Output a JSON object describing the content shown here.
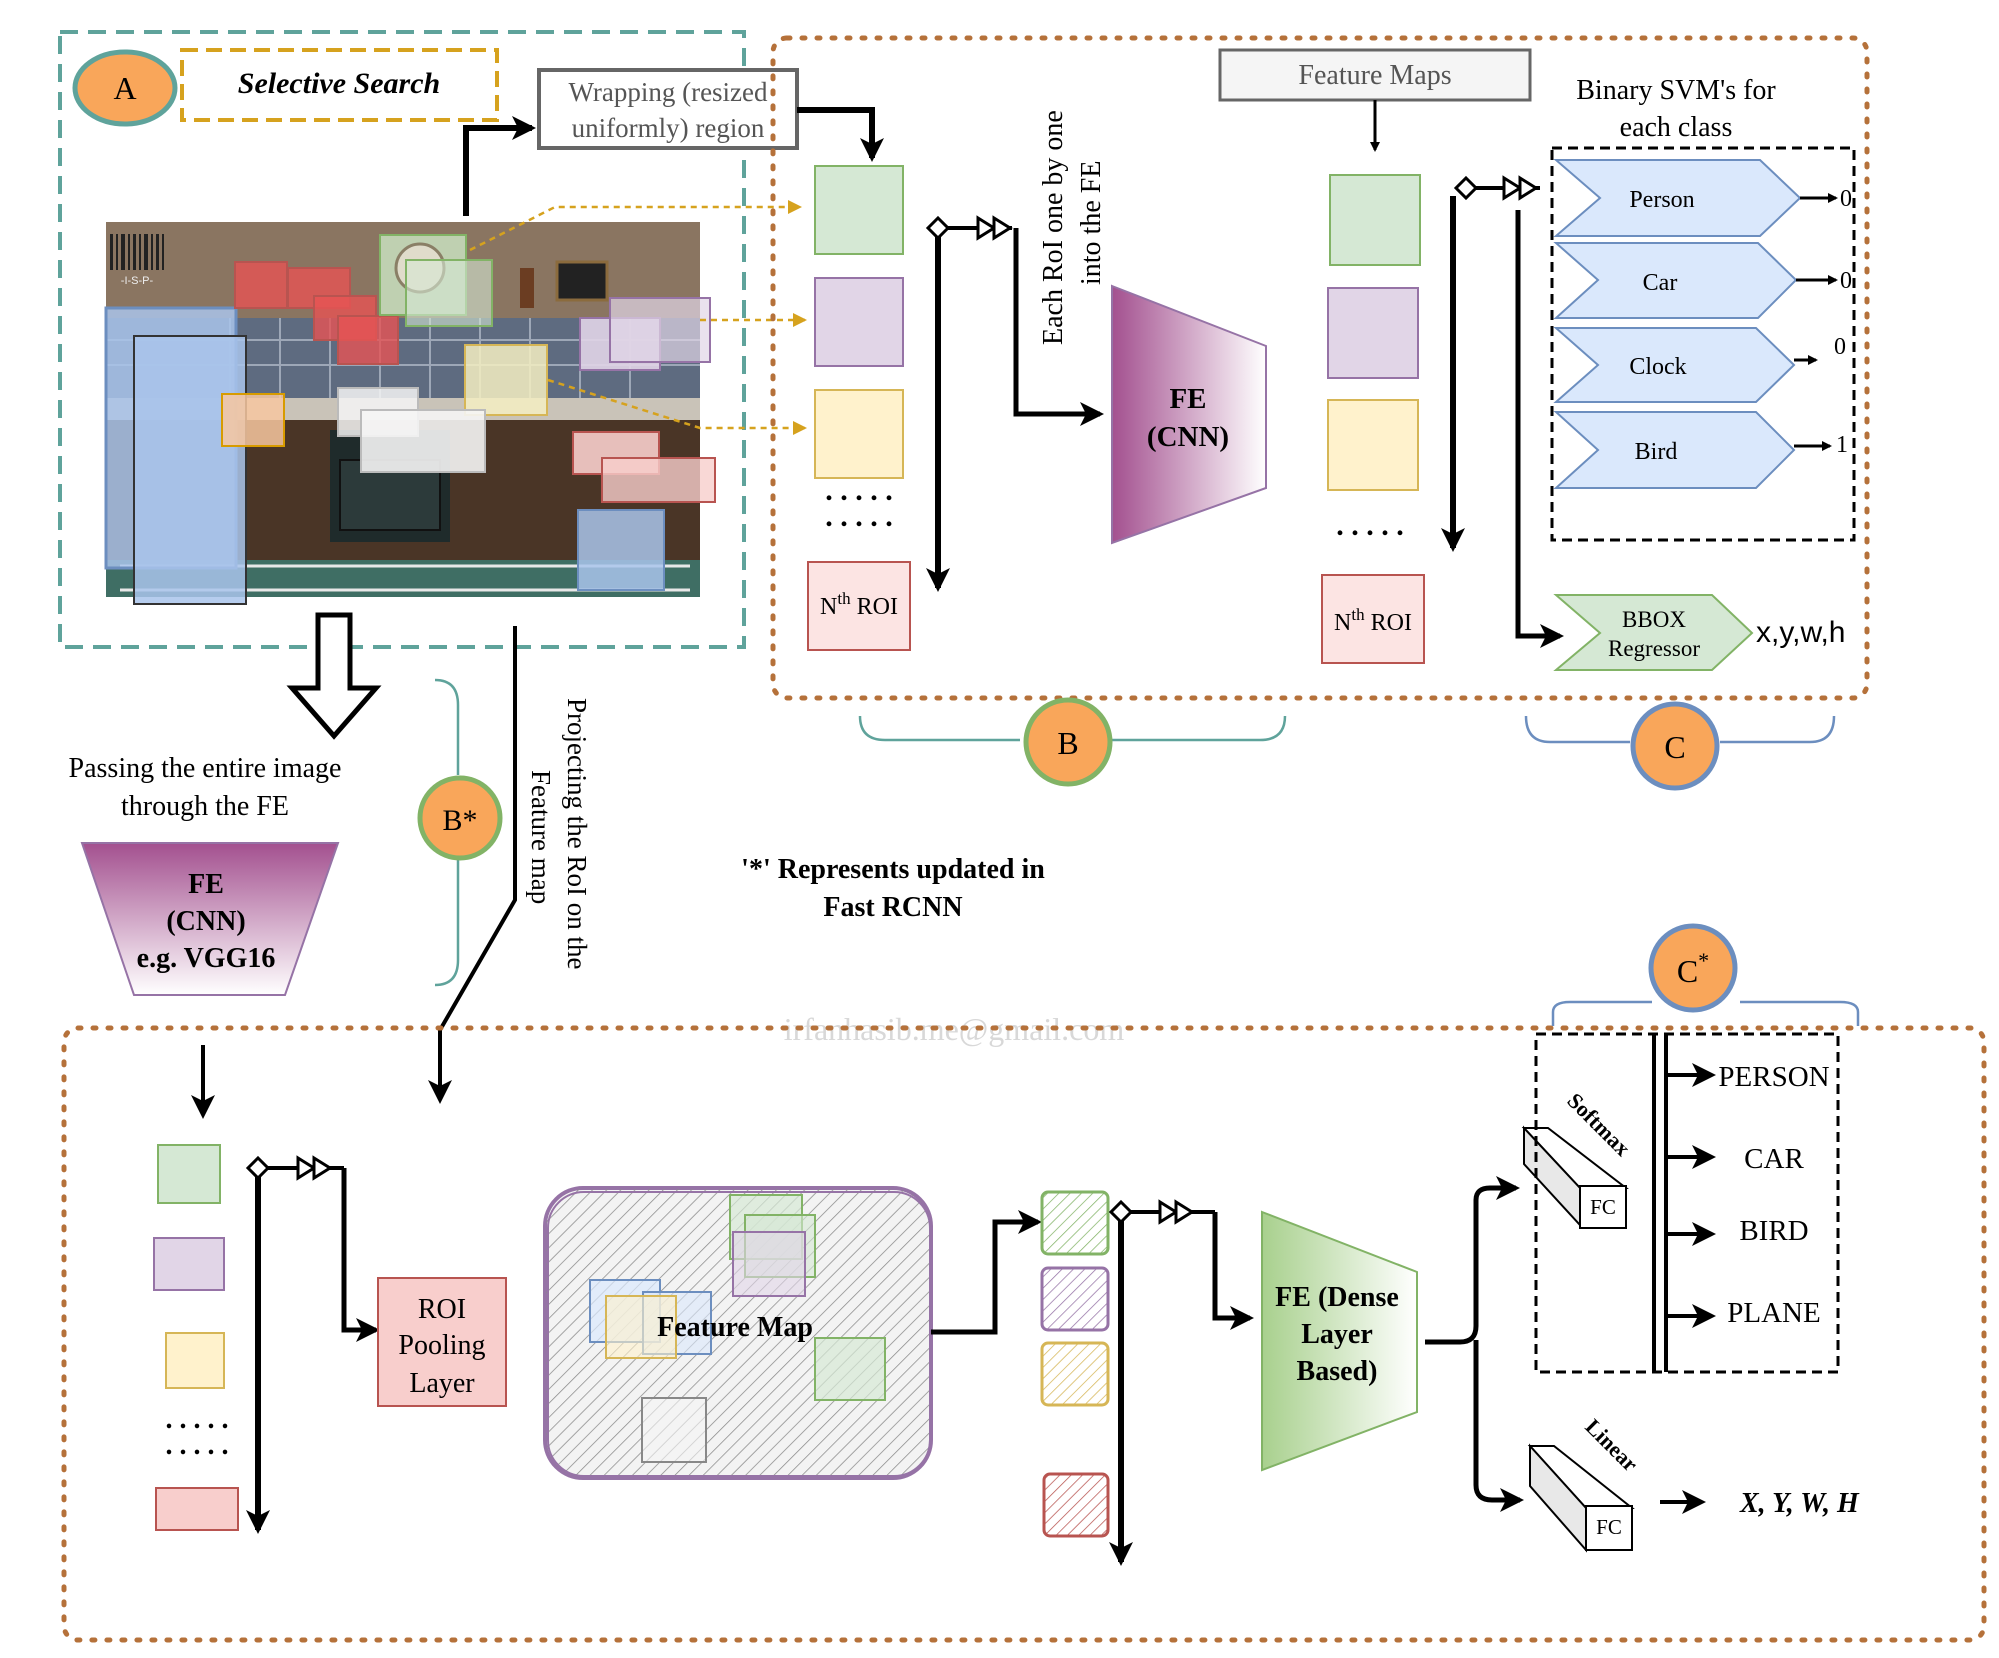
{
  "colors": {
    "teal": "#5fa39b",
    "brown_dotted": "#b5713a",
    "orange_badge": "#f9a65a",
    "green_badge_ring": "#82b366",
    "blue_badge_ring": "#6c8ebf",
    "roi_green": "#d5e8d4",
    "roi_purple": "#e1d5e7",
    "roi_yellow": "#fff2cc",
    "roi_red": "#f8cecc",
    "svm_blue": "#dae8fc",
    "fe_purple": "#a3508f",
    "fe_green": "#d5e8d4",
    "gold": "#d6a21e"
  },
  "badges": {
    "a": "A",
    "b": "B",
    "c": "C",
    "b_star": "B*",
    "c_star_letter": "C",
    "c_star_sup": "*"
  },
  "rcnn": {
    "selective_search": "Selective Search",
    "wrapping_line1": "Wrapping (resized",
    "wrapping_line2": "uniformly) region",
    "each_roi_line1": "Each RoI one by one",
    "each_roi_line2": "into the FE",
    "fe_line1": "FE",
    "fe_line2": "(CNN)",
    "feature_maps": "Feature Maps",
    "svm_title_line1": "Binary SVM's for",
    "svm_title_line2": "each class",
    "nth_roi_n": "N",
    "nth_roi_sup": "th",
    "nth_roi_rest": " ROI",
    "dots": ". . . . .",
    "bbox_line1": "BBOX",
    "bbox_line2": "Regressor",
    "bbox_out": "x,y,w,h",
    "svm_classes": [
      {
        "label": "Person",
        "out": "0"
      },
      {
        "label": "Car",
        "out": "0"
      },
      {
        "label": "Clock",
        "out": "0"
      },
      {
        "label": "Bird",
        "out": "1"
      }
    ],
    "image_stamp": "-I-S-P-"
  },
  "fast": {
    "passing_line1": "Passing the entire image",
    "passing_line2": "through the FE",
    "fe_line1": "FE",
    "fe_line2": "(CNN)",
    "fe_line3": "e.g. VGG16",
    "projecting_line1": "Projecting the RoI on the",
    "projecting_line2": "Feature map",
    "note_line1": "'*' Represents updated in",
    "note_line2": "Fast RCNN",
    "roi_pool_line1": "ROI",
    "roi_pool_line2": "Pooling",
    "roi_pool_line3": "Layer",
    "feature_map": "Feature Map",
    "dense_line1": "FE (Dense",
    "dense_line2": "Layer",
    "dense_line3": "Based)",
    "softmax": "Softmax",
    "linear": "Linear",
    "fc": "FC",
    "classes": [
      "PERSON",
      "CAR",
      "BIRD",
      "PLANE"
    ],
    "bbox_out": "X, Y, W, H",
    "watermark": "irfanhasib.me@gmail.com"
  }
}
